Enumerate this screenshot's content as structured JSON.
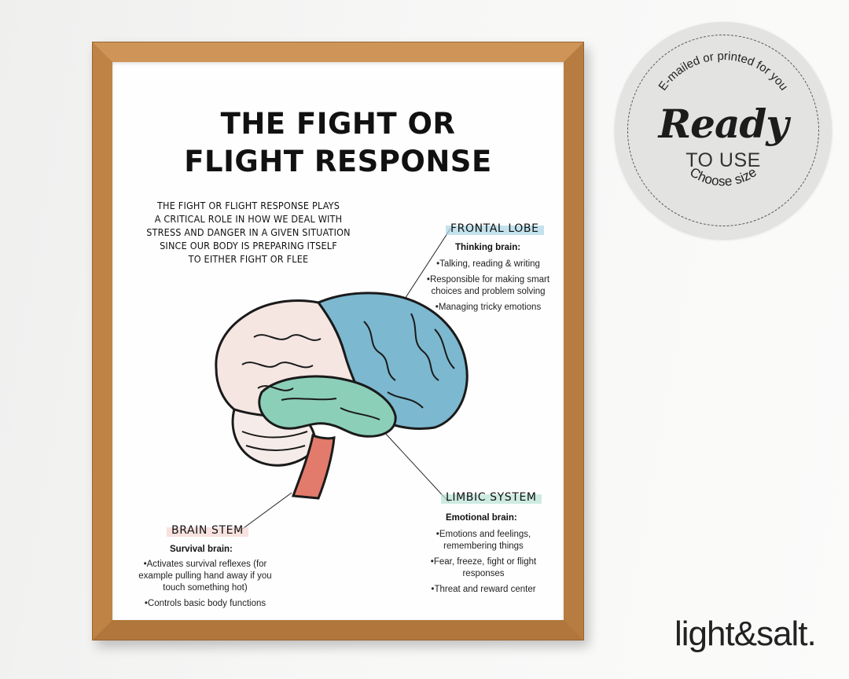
{
  "poster": {
    "title_line1": "THE FIGHT OR",
    "title_line2": "FLIGHT RESPONSE",
    "intro": [
      "THE FIGHT OR FLIGHT RESPONSE PLAYS",
      "A CRITICAL ROLE IN HOW WE DEAL WITH",
      "STRESS AND DANGER IN A GIVEN SITUATION",
      "SINCE OUR BODY IS PREPARING ITSELF",
      "TO EITHER FIGHT OR FLEE"
    ],
    "frontal": {
      "heading": "FRONTAL LOBE",
      "subtitle": "Thinking brain:",
      "items": [
        "Talking, reading & writing",
        "Responsible for making smart choices and problem solving",
        "Managing tricky emotions"
      ],
      "color": "#7fbfd3"
    },
    "limbic": {
      "heading": "LIMBIC SYSTEM",
      "subtitle": "Emotional brain:",
      "items": [
        "Emotions and feelings, remembering things",
        "Fear, freeze, fight or flight responses",
        "Threat and reward center"
      ],
      "color": "#8fd0bf"
    },
    "stem": {
      "heading": "BRAIN STEM",
      "subtitle": "Survival brain:",
      "items": [
        "Activates survival reflexes (for example pulling hand away if you touch something hot)",
        "Controls basic body functions"
      ],
      "color": "#f2c9c4"
    },
    "brain_colors": {
      "frontal": "#7cb8cf",
      "parietal": "#f5e6e2",
      "limbic": "#8ccfb9",
      "stem": "#e27b6b",
      "cerebellum": "#f5ece9",
      "outline": "#1a1a1a"
    }
  },
  "badge": {
    "top_text": "E-mailed or printed for you",
    "main": "Ready",
    "sub": "TO USE",
    "bottom_text": "Choose size"
  },
  "brand": "light&salt."
}
